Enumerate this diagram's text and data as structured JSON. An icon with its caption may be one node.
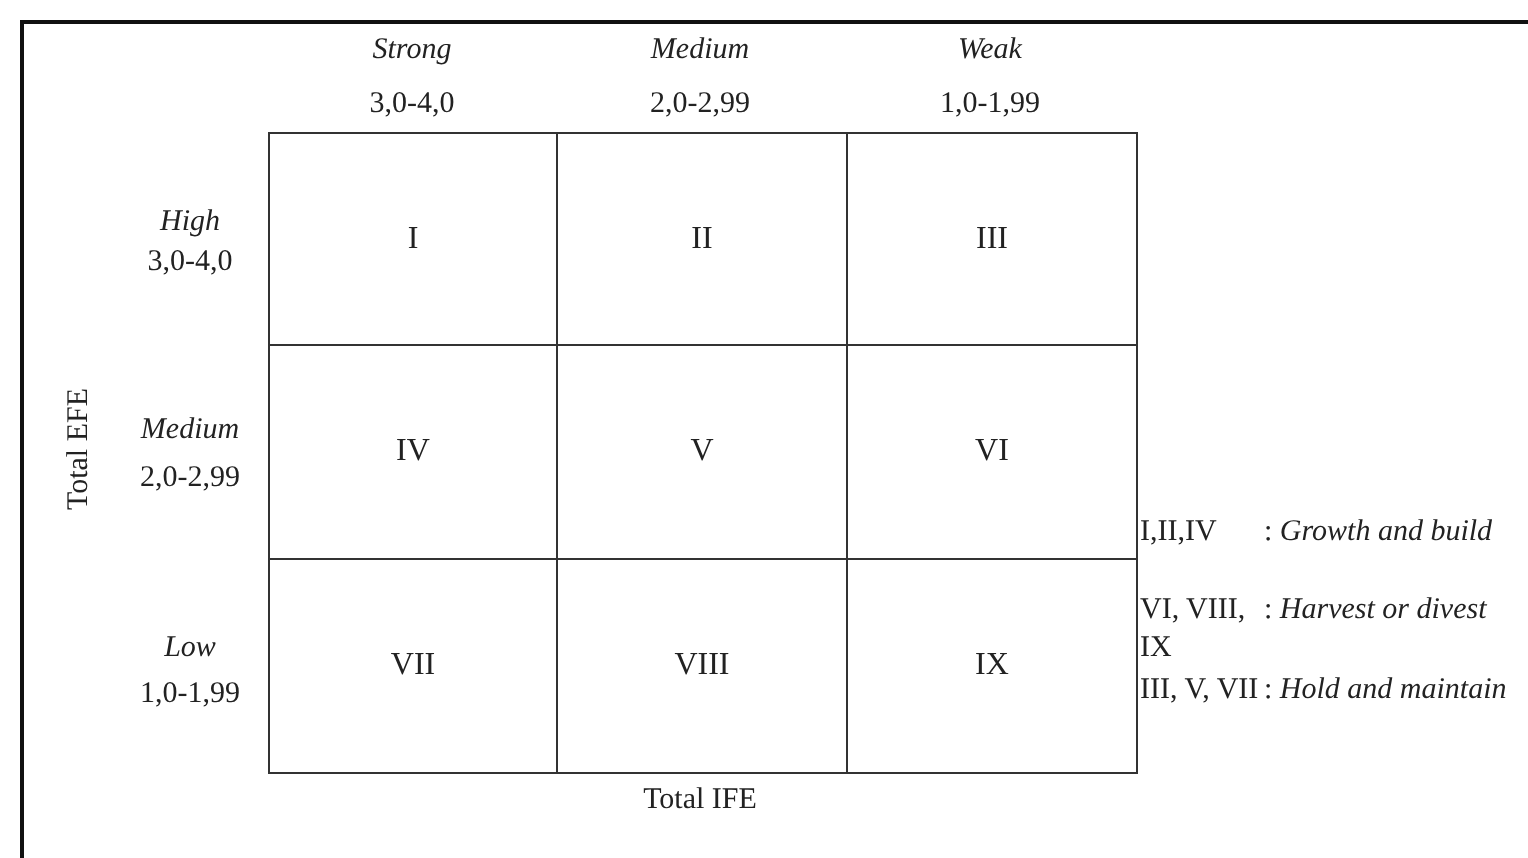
{
  "diagram": {
    "nodes": [
      {
        "text": [
          "I"
        ]
      },
      {
        "text": [
          "II"
        ]
      },
      {
        "text": [
          "III"
        ]
      },
      {
        "text": [
          "IV"
        ]
      },
      {
        "text": [
          "V"
        ]
      },
      {
        "text": [
          "VI"
        ]
      },
      {
        "text": [
          "VII"
        ]
      },
      {
        "text": [
          "VIII"
        ]
      },
      {
        "text": [
          "IX"
        ]
      }
    ],
    "labels": [
      "Strong",
      "Medium",
      "Weak",
      "3,0-4,0",
      "2,0-2,99",
      "1,0-1,99",
      "High",
      "3,0-4,0",
      "Total EFE",
      "Medium",
      "2,0-2,99",
      "I,II,IV",
      ": *Growth and build*",
      "VI, VIII, IX",
      ": *Harvest or divest*",
      "Low",
      "1,0-1,99",
      "III, V, VII",
      ": *Hold and maintain*",
      "Total IFE"
    ]
  }
}
